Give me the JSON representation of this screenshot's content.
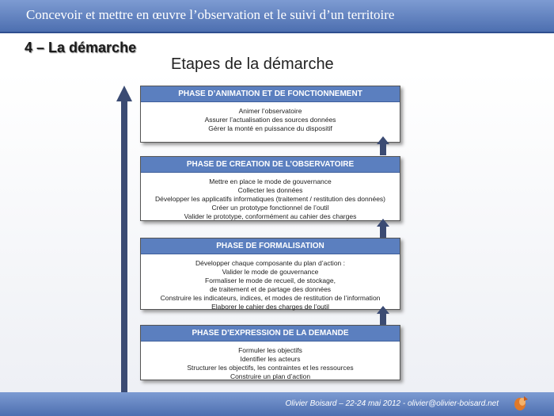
{
  "header": {
    "title": "Concevoir et mettre en œuvre l’observation et le suivi d’un territoire"
  },
  "section": {
    "title": "4 – La démarche"
  },
  "diagram": {
    "heading": "Etapes de la démarche",
    "phases": [
      {
        "title": "PHASE D’ANIMATION ET DE FONCTIONNEMENT",
        "lines": [
          "Animer l’observatoire",
          "Assurer l’actualisation des sources données",
          "Gérer la monté en puissance du dispositif"
        ]
      },
      {
        "title": "PHASE DE CREATION DE L’OBSERVATOIRE",
        "lines": [
          "Mettre en place le mode de gouvernance",
          "Collecter les données",
          "Développer les applicatifs informatiques (traitement / restitution des données)",
          "Créer un prototype fonctionnel de l’outil",
          "Valider le prototype, conformément au cahier des charges"
        ]
      },
      {
        "title": "PHASE DE FORMALISATION",
        "lines": [
          "Développer chaque composante du plan d’action :",
          "Valider le mode de gouvernance",
          "Formaliser le mode de recueil, de stockage,",
          "de traitement et  de partage des données",
          "Construire les indicateurs, indices, et modes de restitution de l’information",
          "Elaborer le cahier des charges de l’outil"
        ]
      },
      {
        "title": "PHASE D’EXPRESSION DE LA DEMANDE",
        "lines": [
          "Formuler les objectifs",
          "Identifier les acteurs",
          "Structurer les objectifs, les contraintes et les ressources",
          "Construire un plan d’action"
        ]
      }
    ]
  },
  "footer": {
    "text": "Olivier Boisard – 22-24 mai 2012 - olivier@olivier-boisard.net"
  },
  "colors": {
    "bar": "#5b7fbf",
    "arrow": "#3b4b73"
  }
}
